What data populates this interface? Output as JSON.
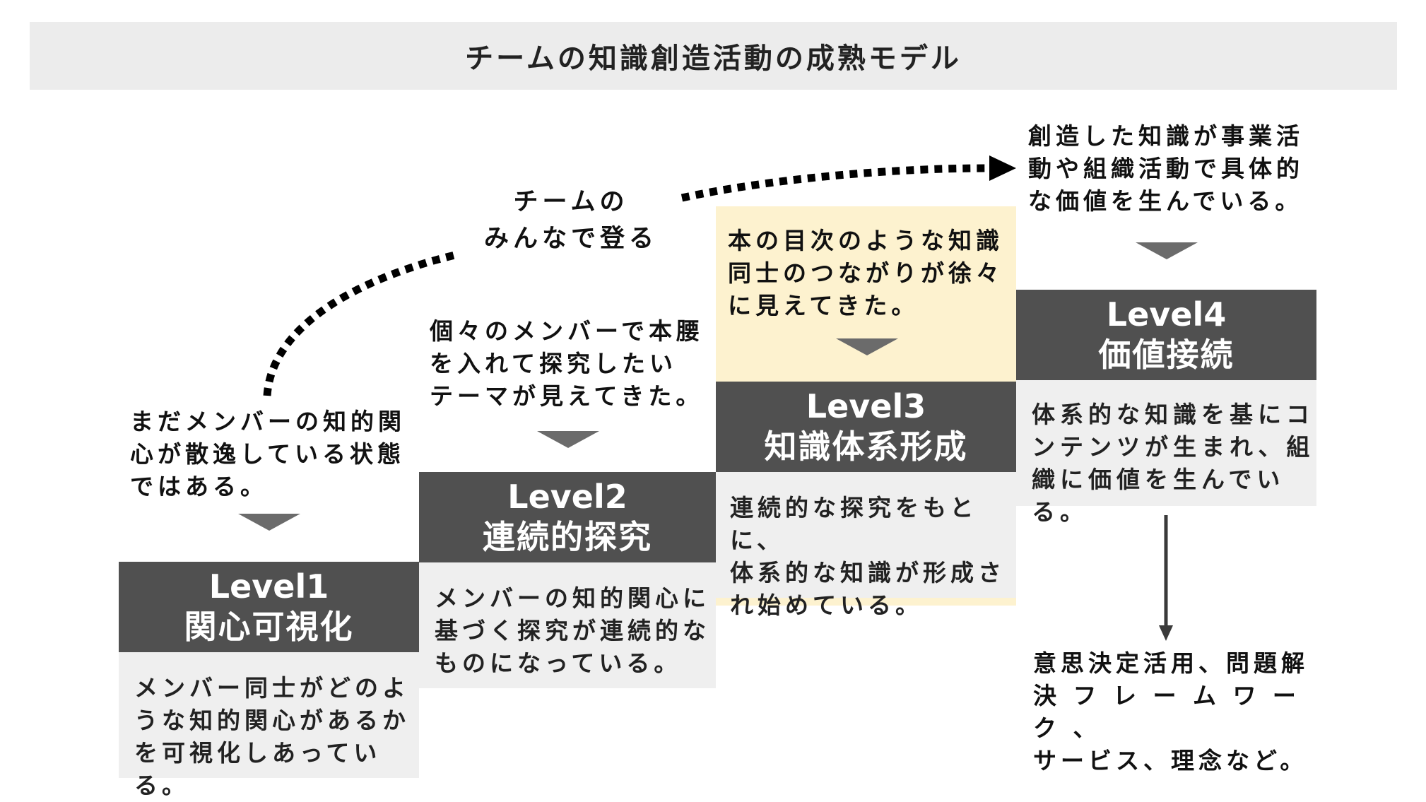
{
  "title": "チームの知識創造活動の成熟モデル",
  "climb_label": "チームの\nみんなで登る",
  "colors": {
    "header_bg": "#505050",
    "body_bg": "#efefef",
    "highlight_bg": "#fdf2cf",
    "title_bg": "#ececec"
  },
  "levels": [
    {
      "number": "Level1",
      "name": "関心可視化",
      "before": "まだメンバーの知的関\n心が散逸している状態\nではある。",
      "body": "メンバー同士がどのよ\nうな知的関心があるか\nを可視化しあっている。"
    },
    {
      "number": "Level2",
      "name": "連続的探究",
      "before": "個々のメンバーで本腰\nを入れて探究したい\nテーマが見えてきた。",
      "body": "メンバーの知的関心に\n基づく探究が連続的な\nものになっている。"
    },
    {
      "number": "Level3",
      "name": "知識体系形成",
      "before": "本の目次のような知識\n同士のつながりが徐々\nに見えてきた。",
      "body": "連続的な探究をもとに、\n体系的な知識が形成さ\nれ始めている。"
    },
    {
      "number": "Level4",
      "name": "価値接続",
      "before": "創造した知識が事業活\n動や組織活動で具体的\nな価値を生んでいる。",
      "body": "体系的な知識を基にコ\nンテンツが生まれ、組\n織に価値を生んでいる。",
      "outcome": "意思決定活用、問題解\n決 フ レ ー ム ワ ー ク 、\nサービス、理念など。"
    }
  ]
}
